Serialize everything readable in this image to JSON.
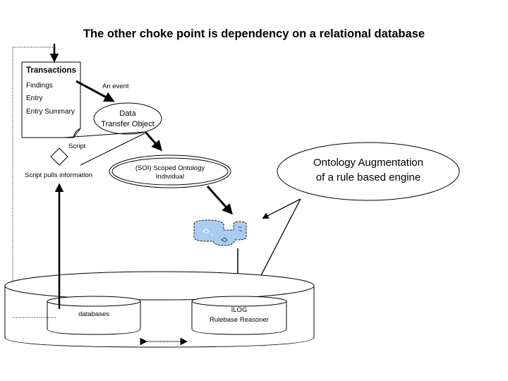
{
  "title": "The other choke point is dependency on a relational database",
  "document": {
    "heading": "Transactions",
    "items": [
      "Findings",
      "Entry",
      "Entry Summary"
    ]
  },
  "labels": {
    "event": "An event",
    "dto_line1": "Data",
    "dto_line2": "Transfer Object",
    "script": "Script",
    "script_pulls": "Script  pulls information",
    "soi_line1": "(SOI) Scoped Ontology",
    "soi_line2": "Individual",
    "callout_line1": "Ontology Augmentation",
    "callout_line2": "of a rule based engine",
    "databases": "databases",
    "ilog_line1": "ILOG",
    "ilog_line2": "Rulebase Reasoner"
  },
  "colors": {
    "db_icon_fill": "#a9cdf2",
    "db_icon_stroke": "#1a1a1a"
  }
}
